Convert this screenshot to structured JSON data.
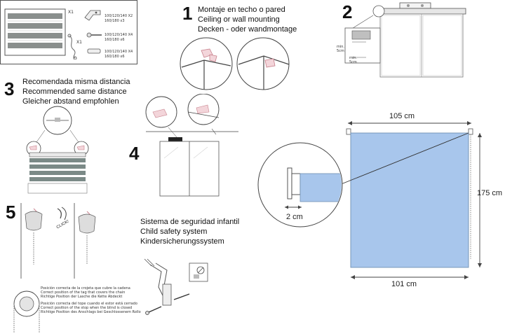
{
  "colors": {
    "blind_fill": "#a8c6ec",
    "blind_stroke": "#6f8fb3",
    "line": "#444444",
    "accent_pink": "#e7b6be",
    "stripe_dark": "#7b8a87",
    "stripe_light": "#dfe4e2"
  },
  "parts_box": {
    "multiplier_blind": "X1",
    "multiplier_chain": "X1",
    "bracket_qty": "100/120/140 X2",
    "bracket_qty_b": "160/180 x3",
    "screw_qty": "100/120/140 X4",
    "screw_qty_b": "160/180 x6",
    "anchor_qty": "100/120/140 X4",
    "anchor_qty_b": "160/180 x6"
  },
  "step1": {
    "number": "1",
    "lines": [
      "Montaje en techo o pared",
      "Ceiling or wall mounting",
      "Decken - oder wandmontage"
    ]
  },
  "step2": {
    "number": "2",
    "gap_top": "min. 5cm",
    "gap_side": "min. 5cm"
  },
  "step3": {
    "number": "3",
    "lines": [
      "Recomendada misma distancia",
      "Recommended same distance",
      "Gleicher abstand empfohlen"
    ]
  },
  "step4": {
    "number": "4"
  },
  "step5": {
    "number": "5",
    "click_label": "CLICK!",
    "notes": [
      "Posición correcta de la crojeta que cubre la cadena",
      "Correct position of the tag that covers the chain",
      "Richtige Position der Lasche die Kette Abdeckt",
      "Posición correcta del tope cuando el estor está cerrado",
      "Correct position of the stop when the blind is closed",
      "Richtige Position des Anschlags bei Geschlossenem Rollo"
    ]
  },
  "safety": {
    "lines": [
      "Sistema de seguridad infantil",
      "Child safety system",
      "Kindersicherungssystem"
    ]
  },
  "dimensions": {
    "top_width": "105 cm",
    "bottom_width": "101 cm",
    "height": "175 cm",
    "bracket_depth": "2 cm"
  }
}
